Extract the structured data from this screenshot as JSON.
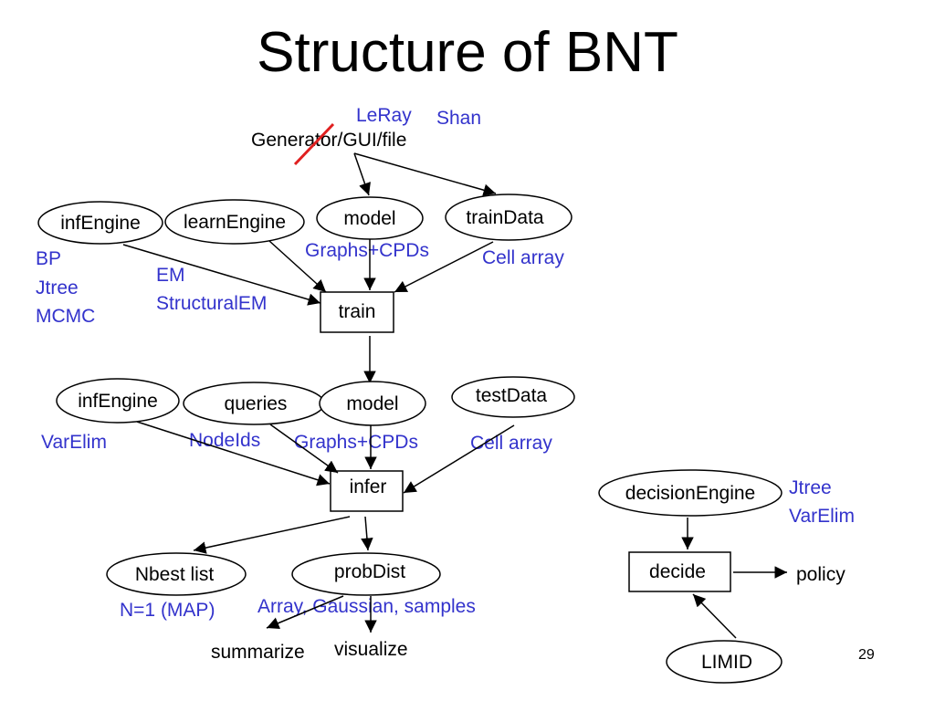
{
  "title": "Structure of BNT",
  "source": {
    "label": "Generator/GUI/file",
    "annotation_1": "LeRay",
    "annotation_2": "Shan"
  },
  "train_section": {
    "inf_engine": "infEngine",
    "learn_engine": "learnEngine",
    "model": "model",
    "train_data": "trainData",
    "train": "train",
    "inf_notes": [
      "BP",
      "Jtree",
      "MCMC"
    ],
    "learn_notes": [
      "EM",
      "StructuralEM"
    ],
    "model_note": "Graphs+CPDs",
    "data_note": "Cell array"
  },
  "infer_section": {
    "inf_engine": "infEngine",
    "queries": "queries",
    "model": "model",
    "test_data": "testData",
    "infer": "infer",
    "inf_note": "VarElim",
    "queries_note": "NodeIds",
    "model_note": "Graphs+CPDs",
    "data_note": "Cell array"
  },
  "outputs": {
    "nbest": "Nbest list",
    "nbest_note": "N=1 (MAP)",
    "prob_dist": "probDist",
    "prob_note": "Array, Gaussian, samples",
    "summarize": "summarize",
    "visualize": "visualize"
  },
  "decision": {
    "engine": "decisionEngine",
    "engine_notes": [
      "Jtree",
      "VarElim"
    ],
    "decide": "decide",
    "policy": "policy",
    "limid": "LIMID"
  },
  "page_number": "29",
  "colors": {
    "annotation": "#3333cc",
    "strike": "#e02020",
    "ink": "#000000"
  }
}
